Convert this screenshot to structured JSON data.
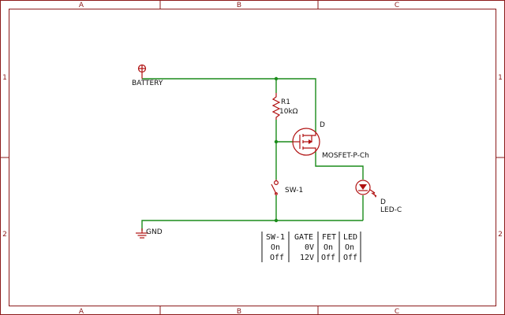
{
  "frame": {
    "cols": [
      "A",
      "B",
      "C"
    ],
    "rows": [
      "1",
      "2"
    ]
  },
  "labels": {
    "battery": "BATTERY",
    "gnd": "GND",
    "r1_name": "R1",
    "r1_value": "10kΩ",
    "mosfet_pin": "D",
    "mosfet_name": "MOSFET-P-Ch",
    "switch_name": "SW-1",
    "led_pin": "D",
    "led_name": "LED-C"
  },
  "truth_table": {
    "headers": [
      "SW-1",
      "GATE",
      "FET",
      "LED"
    ],
    "rows": [
      [
        "On",
        "0V",
        "On",
        "On"
      ],
      [
        "Off",
        "12V",
        "Off",
        "Off"
      ]
    ]
  },
  "colors": {
    "wire": "#1a8c1a",
    "symbol": "#b01010",
    "frame": "#8b1a1a",
    "text": "#111111"
  }
}
